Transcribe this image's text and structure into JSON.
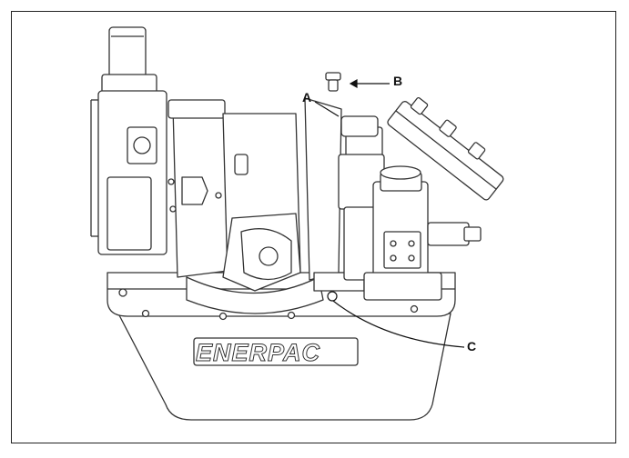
{
  "callouts": {
    "a": "A",
    "b": "B",
    "c": "C"
  },
  "brand": {
    "name": "ENERPAC"
  },
  "colors": {
    "line": "#333333",
    "background": "#ffffff"
  }
}
